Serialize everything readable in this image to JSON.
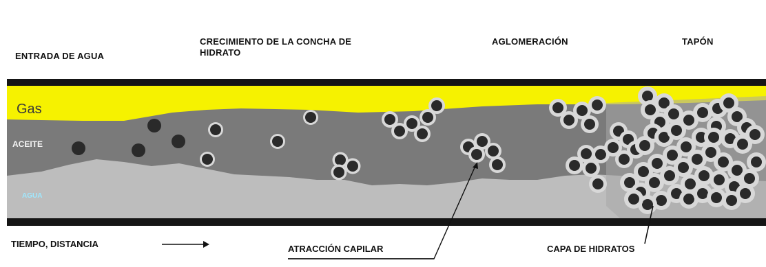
{
  "stages": [
    {
      "label": "ENTRADA DE AGUA"
    },
    {
      "label": "CRECIMIENTO DE LA CONCHA DE\nHIDRATO"
    },
    {
      "label": "AGLOMERACIÓN"
    },
    {
      "label": "TAPÓN"
    }
  ],
  "phases": {
    "gas": "Gas",
    "oil": "ACEITE",
    "water": "AGUA"
  },
  "annotations": {
    "time_distance": "TIEMPO, DISTANCIA",
    "capillary": "ATRACCIÓN CAPILAR",
    "hydrate_layer": "CAPA DE HIDRATOS"
  },
  "colors": {
    "gas": "#f6f200",
    "oil": "#7a7a7a",
    "water": "#bdbdbd",
    "pipe_wall": "#151515",
    "droplet_core": "#2a2a2a",
    "hydrate_shell": "#d8d8d8",
    "accent_water_text": "#9fe8ff"
  }
}
